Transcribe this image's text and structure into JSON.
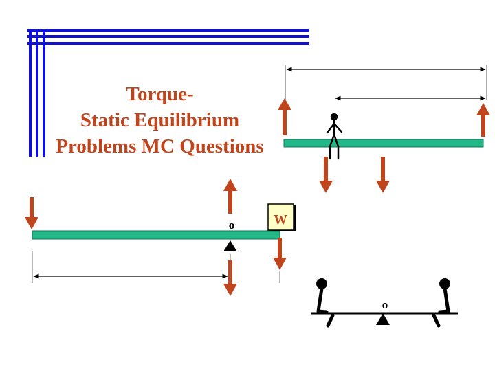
{
  "title": {
    "line1": "Torque-",
    "line2": "Static Equilibrium",
    "line3": "Problems MC Questions"
  },
  "labels": {
    "pivot_lever": "o",
    "pivot_seesaw": "o",
    "weight_box": "W"
  },
  "colors": {
    "frame_blue": "#1010d8",
    "beam_green": "#22b888",
    "arrow_red": "#c0441c",
    "ink": "#000000",
    "box_fill": "#ffffc8",
    "title": "#c0441c"
  },
  "icons": [
    "stick-figure-icon",
    "fulcrum-triangle-icon",
    "seesaw-rider-icon"
  ]
}
